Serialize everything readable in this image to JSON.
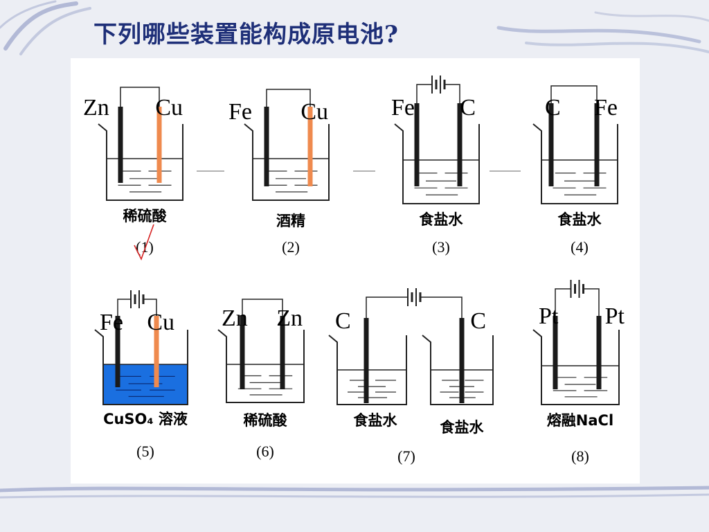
{
  "title": "下列哪些装置能构成原电池?",
  "colors": {
    "title": "#1e2f78",
    "electrode_dark": "#1a1a1a",
    "electrode_copper": "#ef8a4e",
    "cuso4_solution": "#1a6fe0",
    "annotation": "#d62222"
  },
  "setups": [
    {
      "number": "(1)",
      "left_electrode": "Zn",
      "right_electrode": "Cu",
      "solution": "稀硫酸",
      "connection": "wire"
    },
    {
      "number": "(2)",
      "left_electrode": "Fe",
      "right_electrode": "Cu",
      "solution": "酒精",
      "connection": "wire"
    },
    {
      "number": "(3)",
      "left_electrode": "Fe",
      "right_electrode": "C",
      "solution": "食盐水",
      "connection": "battery"
    },
    {
      "number": "(4)",
      "left_electrode": "C",
      "right_electrode": "Fe",
      "solution": "食盐水",
      "connection": "wire"
    },
    {
      "number": "(5)",
      "left_electrode": "Fe",
      "right_electrode": "Cu",
      "solution": "CuSO₄ 溶液",
      "connection": "battery"
    },
    {
      "number": "(6)",
      "left_electrode": "Zn",
      "right_electrode": "Zn",
      "solution": "稀硫酸",
      "connection": "wire"
    },
    {
      "number": "(7)",
      "left_electrode": "C",
      "right_electrode": "C",
      "solution": "食盐水",
      "solution_second": "食盐水",
      "connection": "battery"
    },
    {
      "number": "(8)",
      "left_electrode": "Pt",
      "right_electrode": "Pt",
      "solution": "熔融NaCl",
      "connection": "battery"
    }
  ]
}
